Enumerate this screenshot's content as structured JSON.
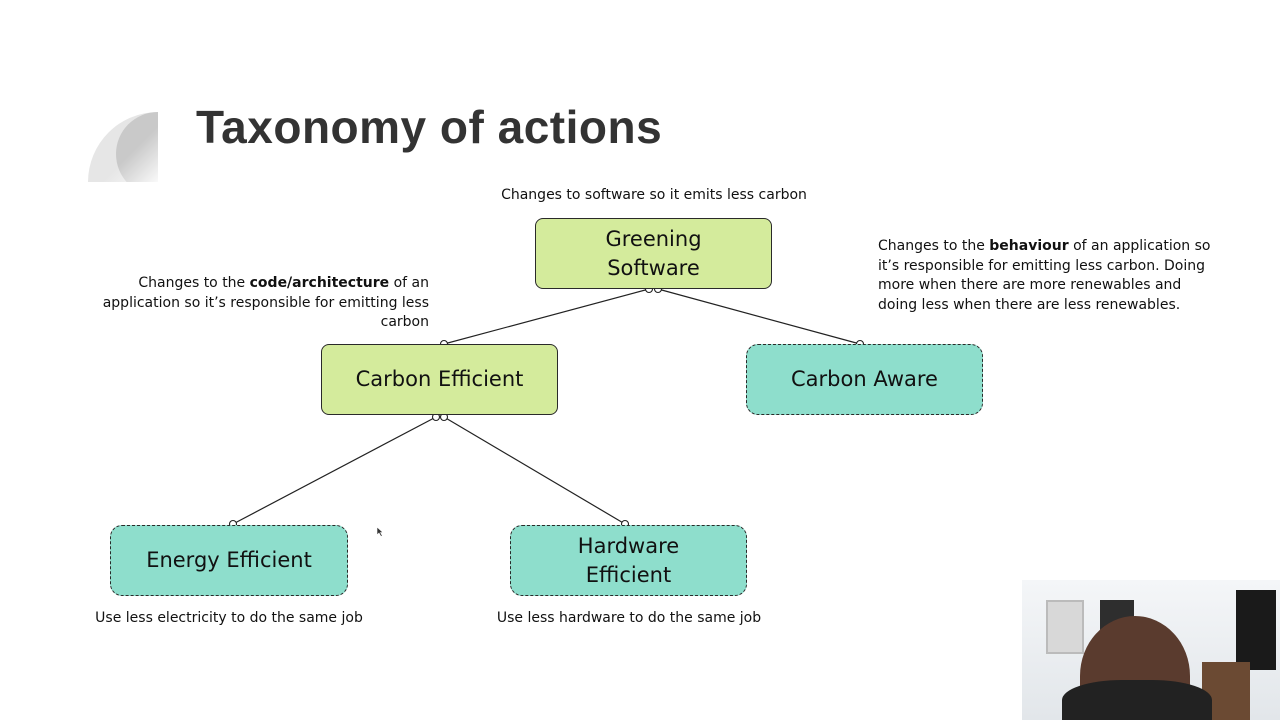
{
  "slide": {
    "title": "Taxonomy of actions"
  },
  "notes": {
    "greening": "Changes to software so it emits less carbon",
    "efficient": {
      "pre": "Changes to the ",
      "bold": "code/architecture",
      "post": " of an application so it’s responsible for emitting less carbon"
    },
    "aware": {
      "pre": "Changes to the ",
      "bold": "behaviour",
      "post": " of an application so it’s responsible for emitting less carbon. Doing more when there are more renewables and doing less when there are less renewables."
    },
    "energy": "Use less electricity to do the same job",
    "hardware": "Use less hardware to do the same job"
  },
  "nodes": {
    "greening": {
      "line1": "Greening",
      "line2": "Software"
    },
    "efficient": "Carbon Efficient",
    "aware": "Carbon Aware",
    "energy": "Energy Efficient",
    "hardware": {
      "line1": "Hardware",
      "line2": "Efficient"
    }
  },
  "colors": {
    "solid_node": "#d4eb9c",
    "dashed_node": "#8edecc",
    "title": "#333333"
  }
}
